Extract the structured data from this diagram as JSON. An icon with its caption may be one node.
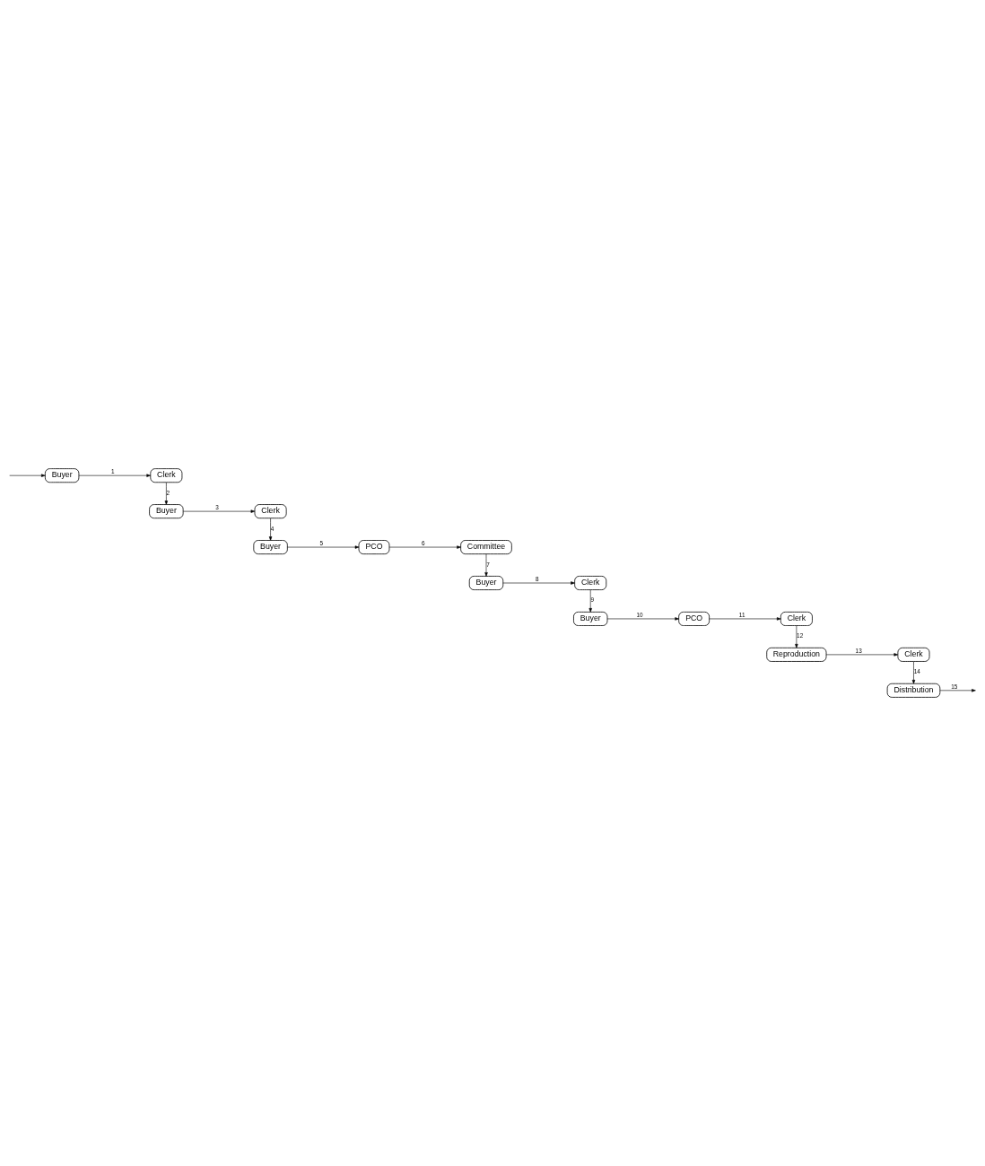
{
  "diagram": {
    "nodes": [
      {
        "text": [
          "Buyer"
        ]
      },
      {
        "text": [
          "Clerk"
        ]
      },
      {
        "text": [
          "Buyer"
        ]
      },
      {
        "text": [
          "Clerk"
        ]
      },
      {
        "text": [
          "Buyer"
        ]
      },
      {
        "text": [
          "PCO"
        ]
      },
      {
        "text": [
          "Committee"
        ]
      },
      {
        "text": [
          "Buyer"
        ]
      },
      {
        "text": [
          "Clerk"
        ]
      },
      {
        "text": [
          "Buyer"
        ]
      },
      {
        "text": [
          "PCO"
        ]
      },
      {
        "text": [
          "Clerk"
        ]
      },
      {
        "text": [
          "Reproduction"
        ]
      },
      {
        "text": [
          "Clerk"
        ]
      },
      {
        "text": [
          "Distribution"
        ]
      }
    ],
    "edges": [
      {
        "from": null,
        "to": 0,
        "arrow": "to"
      },
      {
        "from": 0,
        "to": 1,
        "label": "1",
        "arrow": "to"
      },
      {
        "from": 1,
        "to": 2,
        "label": "2",
        "arrow": "to"
      },
      {
        "from": 2,
        "to": 3,
        "label": "3",
        "arrow": "to"
      },
      {
        "from": 3,
        "to": 4,
        "label": "4",
        "arrow": "to"
      },
      {
        "from": 4,
        "to": 5,
        "label": "5",
        "arrow": "to"
      },
      {
        "from": 5,
        "to": 6,
        "label": "6",
        "arrow": "to"
      },
      {
        "from": 6,
        "to": 7,
        "label": "7",
        "arrow": "to"
      },
      {
        "from": 7,
        "to": 8,
        "label": "8",
        "arrow": "to"
      },
      {
        "from": 8,
        "to": 9,
        "label": "9",
        "arrow": "to"
      },
      {
        "from": 9,
        "to": 10,
        "label": "10",
        "arrow": "to"
      },
      {
        "from": 10,
        "to": 11,
        "label": "11",
        "arrow": "to"
      },
      {
        "from": 11,
        "to": 12,
        "label": "12",
        "arrow": "to"
      },
      {
        "from": 12,
        "to": 13,
        "label": "13",
        "arrow": "to"
      },
      {
        "from": 13,
        "to": 14,
        "label": "14",
        "arrow": "to"
      },
      {
        "from": 14,
        "to": null,
        "label": "15",
        "arrow": "to"
      }
    ]
  }
}
